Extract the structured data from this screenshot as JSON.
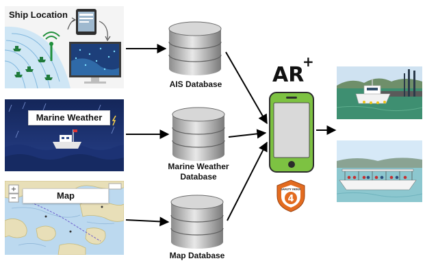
{
  "panels": {
    "ship_location": {
      "title": "Ship Location"
    },
    "marine_weather": {
      "title": "Marine Weather"
    },
    "map": {
      "title": "Map"
    }
  },
  "databases": [
    {
      "id": "ais",
      "label": "AIS Database"
    },
    {
      "id": "weather",
      "label": "Marine Weather Database"
    },
    {
      "id": "map",
      "label": "Map Database"
    }
  ],
  "device": {
    "ar_label": "AR",
    "ar_sup": "+",
    "badge_text": "SAFETY INDEX",
    "badge_value": "4"
  },
  "colors": {
    "phone_body": "#7dc242",
    "phone_screen": "#d9d9d9",
    "badge": "#e36b1f",
    "weather_bg": "#1a2e66",
    "map_water": "#bcd9ef",
    "arrow": "#000000"
  }
}
